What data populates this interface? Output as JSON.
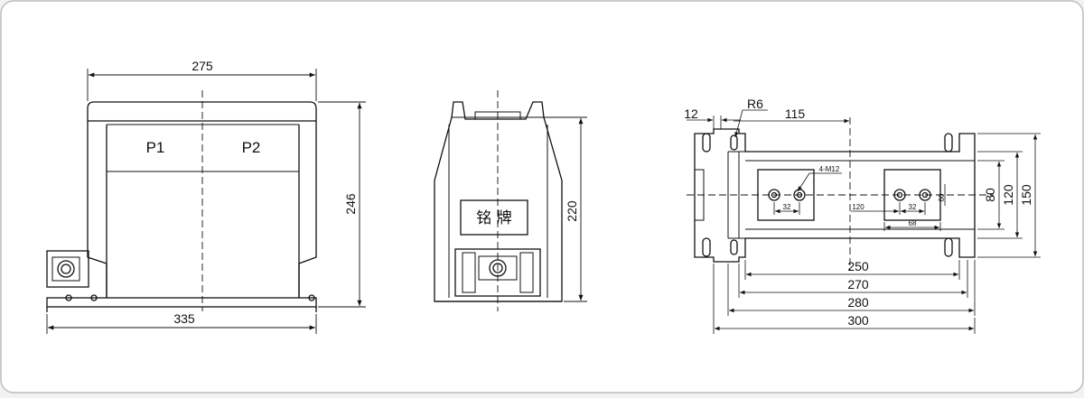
{
  "front_view": {
    "width_top": "275",
    "width_base": "335",
    "height": "246",
    "terminal_p1": "P1",
    "terminal_p2": "P2"
  },
  "side_view": {
    "height": "220",
    "nameplate": "铭  牌"
  },
  "plan_view": {
    "dim_12": "12",
    "radius": "R6",
    "dim_115": "115",
    "thread": "4-M12",
    "dim_32_left": "32",
    "dim_120_inner": "120",
    "dim_32_right": "32",
    "dim_60": "60",
    "dim_68": "68",
    "dim_80": "80",
    "dim_120_outer": "120",
    "dim_150": "150",
    "len_250": "250",
    "len_270": "270",
    "len_280": "280",
    "len_300": "300"
  }
}
